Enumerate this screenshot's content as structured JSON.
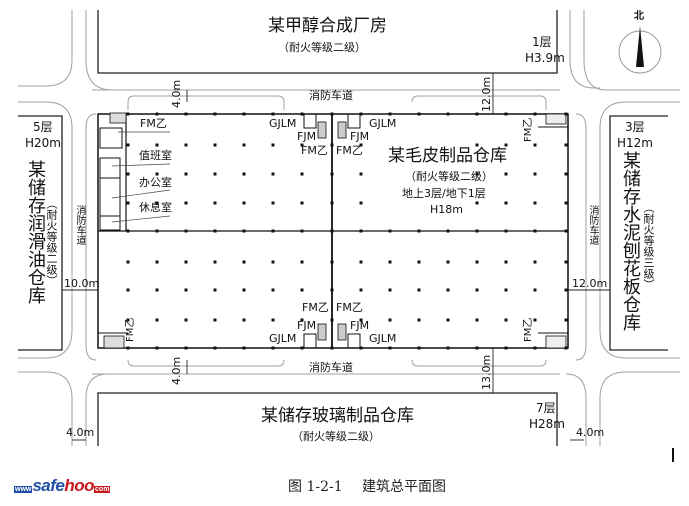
{
  "compass": {
    "label": "北",
    "icon": "north-arrow-icon"
  },
  "buildings": {
    "north": {
      "name": "某甲醇合成厂房",
      "rating": "（耐火等级二级）",
      "floors": "1层",
      "height": "H3.9m"
    },
    "south": {
      "name": "某储存玻璃制品仓库",
      "rating": "（耐火等级二级）",
      "floors": "7层",
      "height": "H28m"
    },
    "west": {
      "name": "某储存润滑油仓库",
      "rating": "（耐火等级二级）",
      "floors": "5层",
      "height": "H20m"
    },
    "east": {
      "name": "某储存水泥刨花板仓库",
      "rating": "（耐火等级三级）",
      "floors": "3层",
      "height": "H12m"
    },
    "main": {
      "name": "某毛皮制品仓库",
      "rating": "（耐火等级二级）",
      "floors": "地上3层/地下1层",
      "height": "H18m"
    }
  },
  "roads": {
    "north": "消防车道",
    "south": "消防车道",
    "west": "消防车道",
    "east": "消防车道"
  },
  "dimensions": {
    "north_road_width": "4.0m",
    "north_spacing": "12.0m",
    "south_road_width": "4.0m",
    "south_spacing": "13.0m",
    "west_spacing": "10.0m",
    "east_spacing": "12.0m",
    "bottom_left_road": "4.0m",
    "bottom_right_road": "4.0m"
  },
  "rooms": {
    "duty": "值班室",
    "office": "办公室",
    "rest": "休息室"
  },
  "doors": {
    "fm_b": "FM乙",
    "fjm": "FJM",
    "gjlm": "GJLM"
  },
  "footer": {
    "logo_prefix": "www",
    "logo_main_blue": "safe",
    "logo_main_red": "hoo",
    "logo_suffix": "com",
    "caption_number": "图 1-2-1",
    "caption_title": "建筑总平面图"
  },
  "colors": {
    "line": "#222222",
    "road": "#9a9a9a",
    "logo_blue": "#1f4fa8",
    "logo_red": "#c8161d"
  }
}
